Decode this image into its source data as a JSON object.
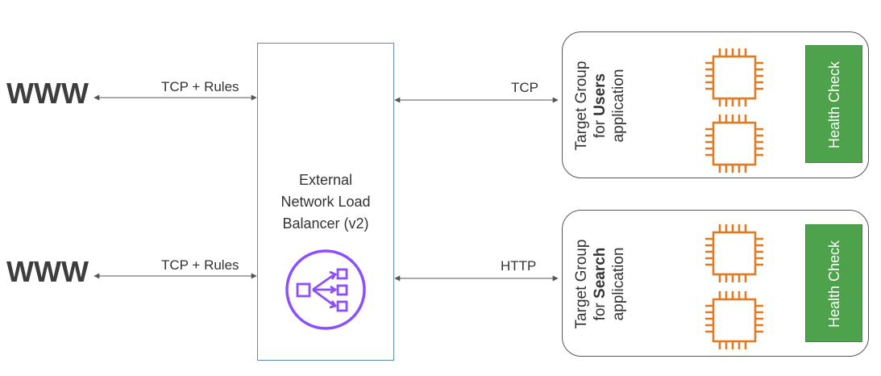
{
  "clients": [
    {
      "label": "WWW",
      "edge_label": "TCP + Rules"
    },
    {
      "label": "WWW",
      "edge_label": "TCP + Rules"
    }
  ],
  "load_balancer": {
    "title_lines": [
      "External",
      "Network Load",
      "Balancer (v2)"
    ],
    "icon": "network-load-balancer-icon",
    "accent": "#8c4fff"
  },
  "target_groups": [
    {
      "edge_label": "TCP",
      "line1": "Target Group",
      "line2_prefix": "for ",
      "line2_bold": "Users",
      "line3": "application",
      "instances": 2,
      "health_check": "Health Check"
    },
    {
      "edge_label": "HTTP",
      "line1": "Target Group",
      "line2_prefix": "for ",
      "line2_bold": "Search",
      "line3": "application",
      "instances": 2,
      "health_check": "Health Check"
    }
  ],
  "colors": {
    "instance": "#e07b22",
    "health_check": "#4ea24c",
    "nlb_border": "#5b8bbf",
    "arrow": "#555555"
  }
}
